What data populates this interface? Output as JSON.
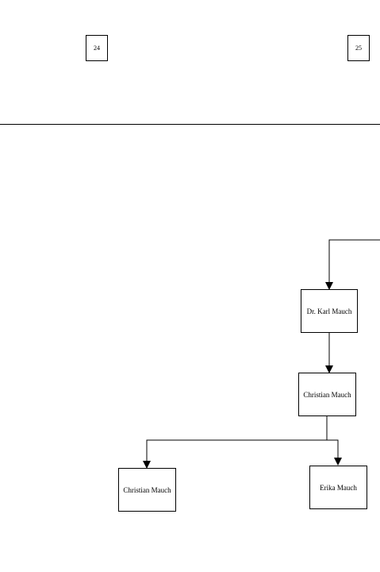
{
  "page_numbers": [
    "24",
    "25"
  ],
  "nodes": {
    "karl": "Dr. Karl Mauch",
    "christian_parent": "Christian Mauch",
    "christian_child": "Christian Mauch",
    "erika": "Erika Mauch"
  }
}
